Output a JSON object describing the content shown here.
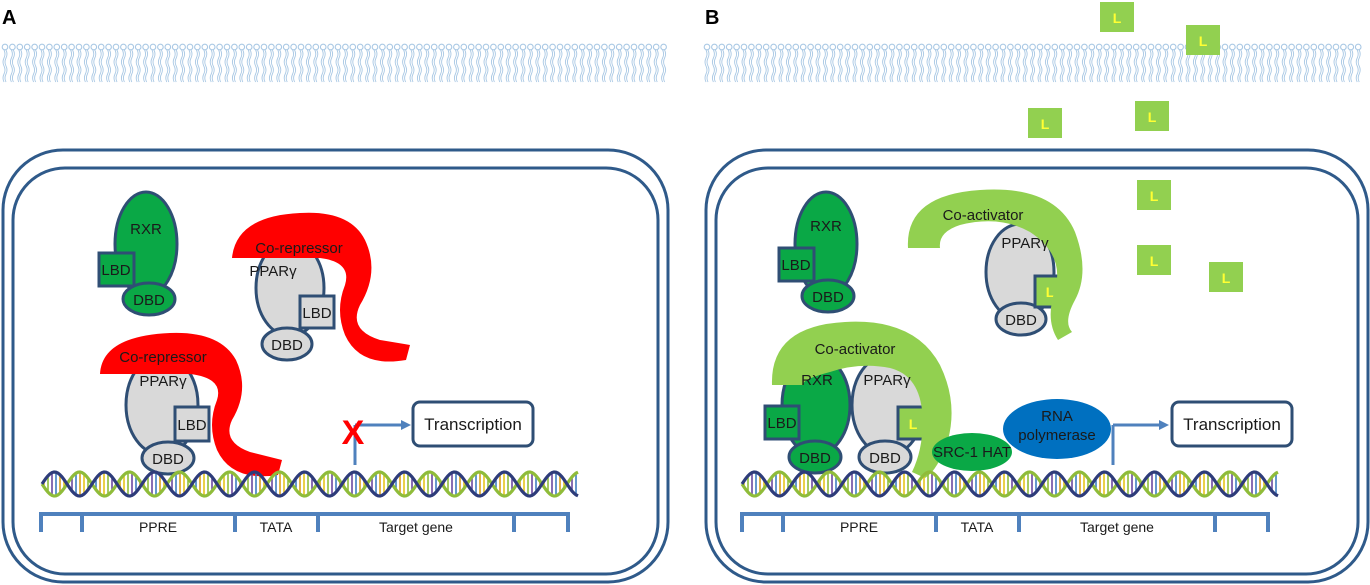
{
  "panels": [
    {
      "letter": "A"
    },
    {
      "letter": "B"
    }
  ],
  "labels": {
    "rxr": "RXR",
    "lbd": "LBD",
    "dbd": "DBD",
    "ppar": "PPARγ",
    "corepressor": "Co-repressor",
    "coactivator": "Co-activator",
    "transcription": "Transcription",
    "src1": "SRC-1 HAT",
    "rna1": "RNA",
    "rna2": "polymerase",
    "ppre": "PPRE",
    "tata": "TATA",
    "target": "Target gene",
    "blocked": "X",
    "ligand": "L"
  },
  "colors": {
    "membrane": "#a9c8e4",
    "cell_outline": "#2f5a8a",
    "rxr_green": "#0aa846",
    "ppar_gray": "#d9d9d9",
    "outline": "#2f4e74",
    "corepressor_red": "#ff0000",
    "coactivator_green": "#92d050",
    "ligand_green": "#92d050",
    "rna_blue": "#0070c0",
    "arrow_blue": "#4f81bd",
    "dna_strand1": "#8fbc3a",
    "dna_strand2": "#2e3c7a"
  }
}
